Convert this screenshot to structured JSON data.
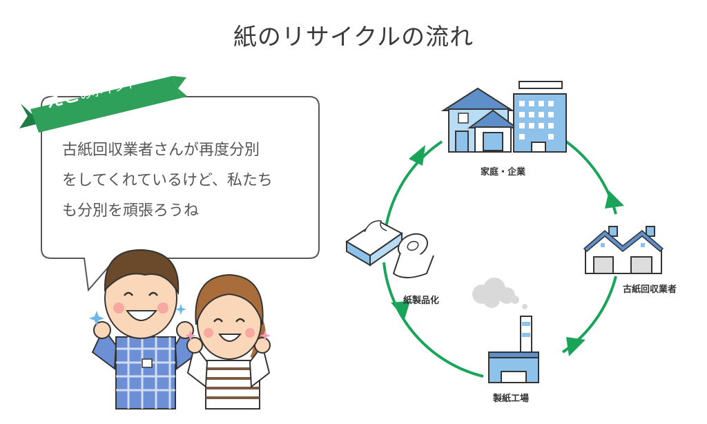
{
  "title": "紙のリサイクルの流れ",
  "point_badge": {
    "eko": "えこ",
    "rest": "のポイント"
  },
  "bubble_lines": [
    "古紙回収業者さんが再度分別",
    "をしてくれているけど、私たち",
    "も分別を頑張ろうね"
  ],
  "nodes": {
    "home": "家庭・企業",
    "collector": "古紙回収業者",
    "mill": "製紙工場",
    "product": "紙製品化"
  },
  "colors": {
    "arrow": "#1aa45a",
    "ribbon": "#2ea05a",
    "building": "#8fc2ea"
  }
}
